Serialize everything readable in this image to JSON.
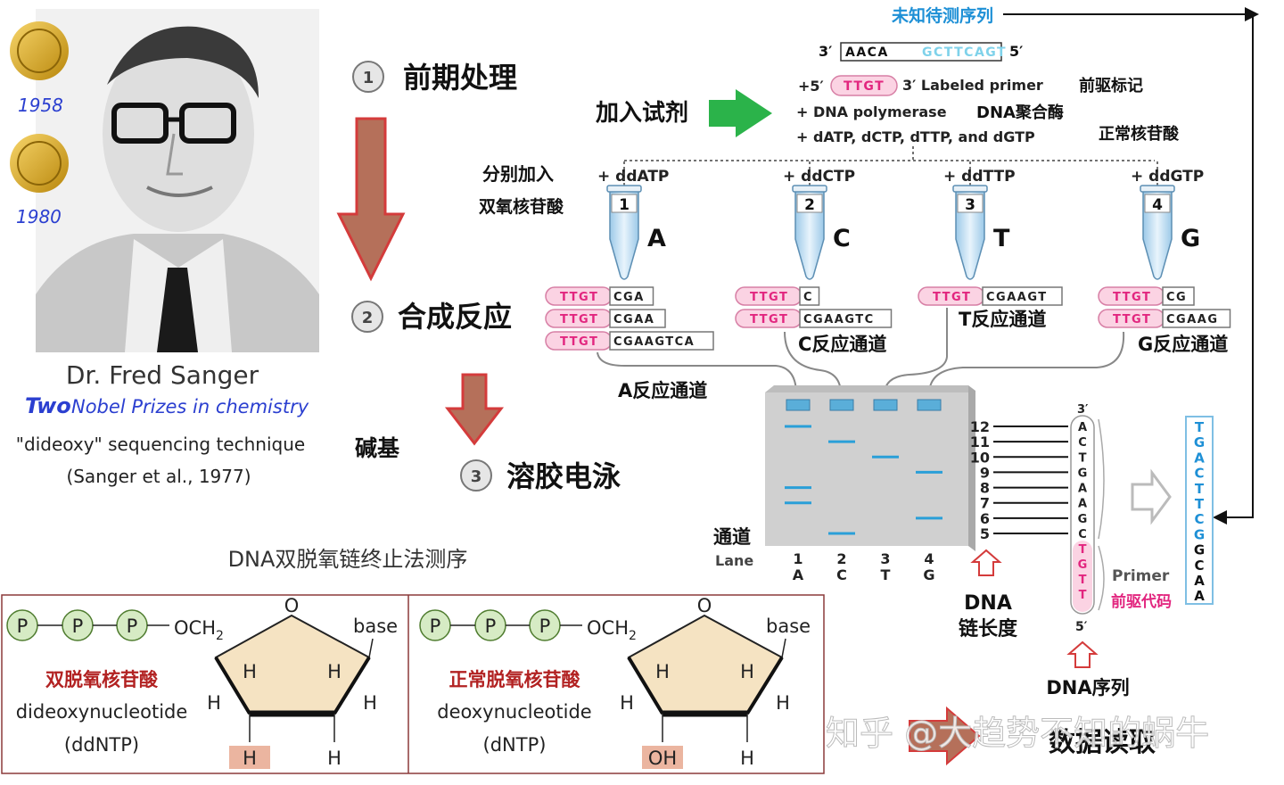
{
  "portrait": {
    "name": "Dr. Fred Sanger",
    "subtitle_two": "Two",
    "subtitle_rest": "Nobel Prizes in chemistry",
    "technique": "\"dideoxy\" sequencing technique",
    "citation": "(Sanger et al., 1977)",
    "medal_years": [
      "1958",
      "1980"
    ]
  },
  "caption": "DNA双脱氧链终止法测序",
  "steps": {
    "s1_num": "1",
    "s1_label": "前期处理",
    "s2_num": "2",
    "s2_label": "合成反应",
    "s3_num": "3",
    "s3_label": "溶胶电泳",
    "base_label": "碱基"
  },
  "template": {
    "unknown_label": "未知待测序列",
    "end3": "3′",
    "seq_dark": "AACA",
    "seq_highlight": "GCTTCAGT",
    "end5": "5′"
  },
  "reagents": {
    "add_label": "加入试剂",
    "primer_prefix": "+5′",
    "primer_seq": "TTGT",
    "primer_suffix": "3′ Labeled primer",
    "primer_cn": "前驱标记",
    "polymerase": "+ DNA polymerase",
    "polymerase_cn": "DNA聚合酶",
    "dntps": "+ dATP, dCTP, dTTP, and dGTP",
    "dntps_cn": "正常核苷酸",
    "separate_add": "分别加入",
    "ddntp_cn": "双氧核苷酸"
  },
  "tubes": [
    {
      "add": "+ ddATP",
      "num": "1",
      "letter": "A"
    },
    {
      "add": "+ ddCTP",
      "num": "2",
      "letter": "C"
    },
    {
      "add": "+ ddTTP",
      "num": "3",
      "letter": "T"
    },
    {
      "add": "+ ddGTP",
      "num": "4",
      "letter": "G"
    }
  ],
  "fragments": {
    "A": [
      {
        "p": "TTGT",
        "r": "CGA"
      },
      {
        "p": "TTGT",
        "r": "CGAA"
      },
      {
        "p": "TTGT",
        "r": "CGAAGTCA"
      }
    ],
    "C": [
      {
        "p": "TTGT",
        "r": "C"
      },
      {
        "p": "TTGT",
        "r": "CGAAGTC"
      }
    ],
    "T": [
      {
        "p": "TTGT",
        "r": "CGAAGT"
      }
    ],
    "G": [
      {
        "p": "TTGT",
        "r": "CG"
      },
      {
        "p": "TTGT",
        "r": "CGAAG"
      }
    ]
  },
  "channels": {
    "A": "A反应通道",
    "C": "C反应通道",
    "T": "T反应通道",
    "G": "G反应通道"
  },
  "gel": {
    "channel_cn": "通道",
    "lane_label": "Lane",
    "lanes": [
      {
        "num": "1",
        "base": "A"
      },
      {
        "num": "2",
        "base": "C"
      },
      {
        "num": "3",
        "base": "T"
      },
      {
        "num": "4",
        "base": "G"
      }
    ],
    "length_numbers": [
      "12",
      "11",
      "10",
      "9",
      "8",
      "7",
      "6",
      "5"
    ],
    "bands": [
      {
        "lane": 1,
        "length": 12
      },
      {
        "lane": 1,
        "length": 8
      },
      {
        "lane": 1,
        "length": 7
      },
      {
        "lane": 2,
        "length": 11
      },
      {
        "lane": 2,
        "length": 5
      },
      {
        "lane": 3,
        "length": 10
      },
      {
        "lane": 4,
        "length": 9
      },
      {
        "lane": 4,
        "length": 6
      }
    ],
    "length_cn_1": "DNA",
    "length_cn_2": "链长度"
  },
  "strand": {
    "end3": "3′",
    "bases": [
      "A",
      "C",
      "T",
      "G",
      "A",
      "A",
      "G",
      "C"
    ],
    "primer_bases": [
      "T",
      "G",
      "T",
      "T"
    ],
    "end5": "5′",
    "primer_label": "Primer",
    "primer_cn": "前驱代码",
    "seq_label": "DNA序列"
  },
  "readout": {
    "bases": [
      "T",
      "G",
      "A",
      "C",
      "T",
      "T",
      "C",
      "G",
      "G",
      "C",
      "A",
      "A"
    ],
    "label": "数据读取"
  },
  "ddntp": {
    "p": "P",
    "och2": "OCH",
    "sub2": "2",
    "o": "O",
    "base": "base",
    "h": "H",
    "cn": "双脱氧核苷酸",
    "en": "dideoxynucleotide",
    "abbr": "(ddNTP)",
    "bottom_left": "H"
  },
  "dntp": {
    "p": "P",
    "och2": "OCH",
    "sub2": "2",
    "o": "O",
    "base": "base",
    "h": "H",
    "cn": "正常脱氧核苷酸",
    "en": "deoxynucleotide",
    "abbr": "(dNTP)",
    "bottom_left": "OH"
  },
  "watermark": "知乎 @大趋势不知的蜗牛",
  "colors": {
    "arrow_red": "#b5705a",
    "green_arrow": "#2bb34a",
    "pink": "#e2267f",
    "blue_title": "#1e90d6",
    "band_blue": "#2a9fd8",
    "label_blue": "#2b3fd0",
    "dark_red": "#b22222"
  }
}
